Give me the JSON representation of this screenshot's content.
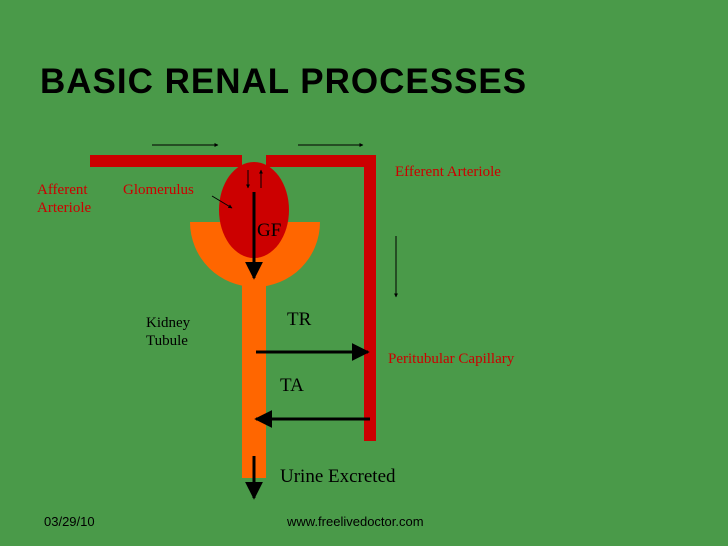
{
  "title": "BASIC RENAL PROCESSES",
  "labels": {
    "afferent_line1": "Afferent",
    "afferent_line2": "Arteriole",
    "glomerulus": "Glomerulus",
    "efferent": "Efferent Arteriole",
    "gf": "GF",
    "kidney_line1": "Kidney",
    "kidney_line2": "Tubule",
    "tr": "TR",
    "peritubular": "Peritubular Capillary",
    "ta": "TA",
    "urine": "Urine Excreted"
  },
  "footer": {
    "date": "03/29/10",
    "website": "www.freelivedoctor.com"
  },
  "colors": {
    "background": "#4a9a49",
    "vessel_red": "#cc0000",
    "tubule_orange": "#ff6600",
    "label_red": "#cc0000"
  }
}
